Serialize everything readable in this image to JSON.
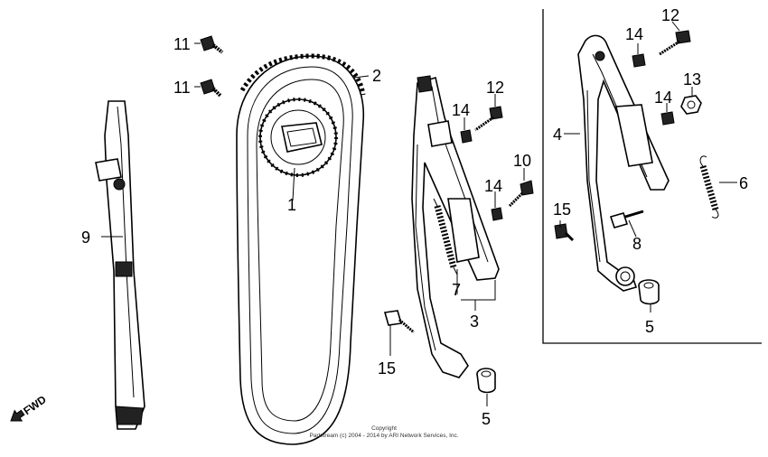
{
  "callouts": {
    "c1": "1",
    "c2": "2",
    "c3": "3",
    "c4": "4",
    "c5a": "5",
    "c5b": "5",
    "c6": "6",
    "c7": "7",
    "c8": "8",
    "c9": "9",
    "c10": "10",
    "c11a": "11",
    "c11b": "11",
    "c12a": "12",
    "c12b": "12",
    "c13": "13",
    "c14a": "14",
    "c14b": "14",
    "c14c": "14",
    "c14d": "14",
    "c15a": "15",
    "c15b": "15"
  },
  "fwd_label": "FWD",
  "copyright": {
    "line1": "Copyright",
    "line2": "Partstream (c) 2004 - 2014 by ARI Network Services, Inc."
  }
}
